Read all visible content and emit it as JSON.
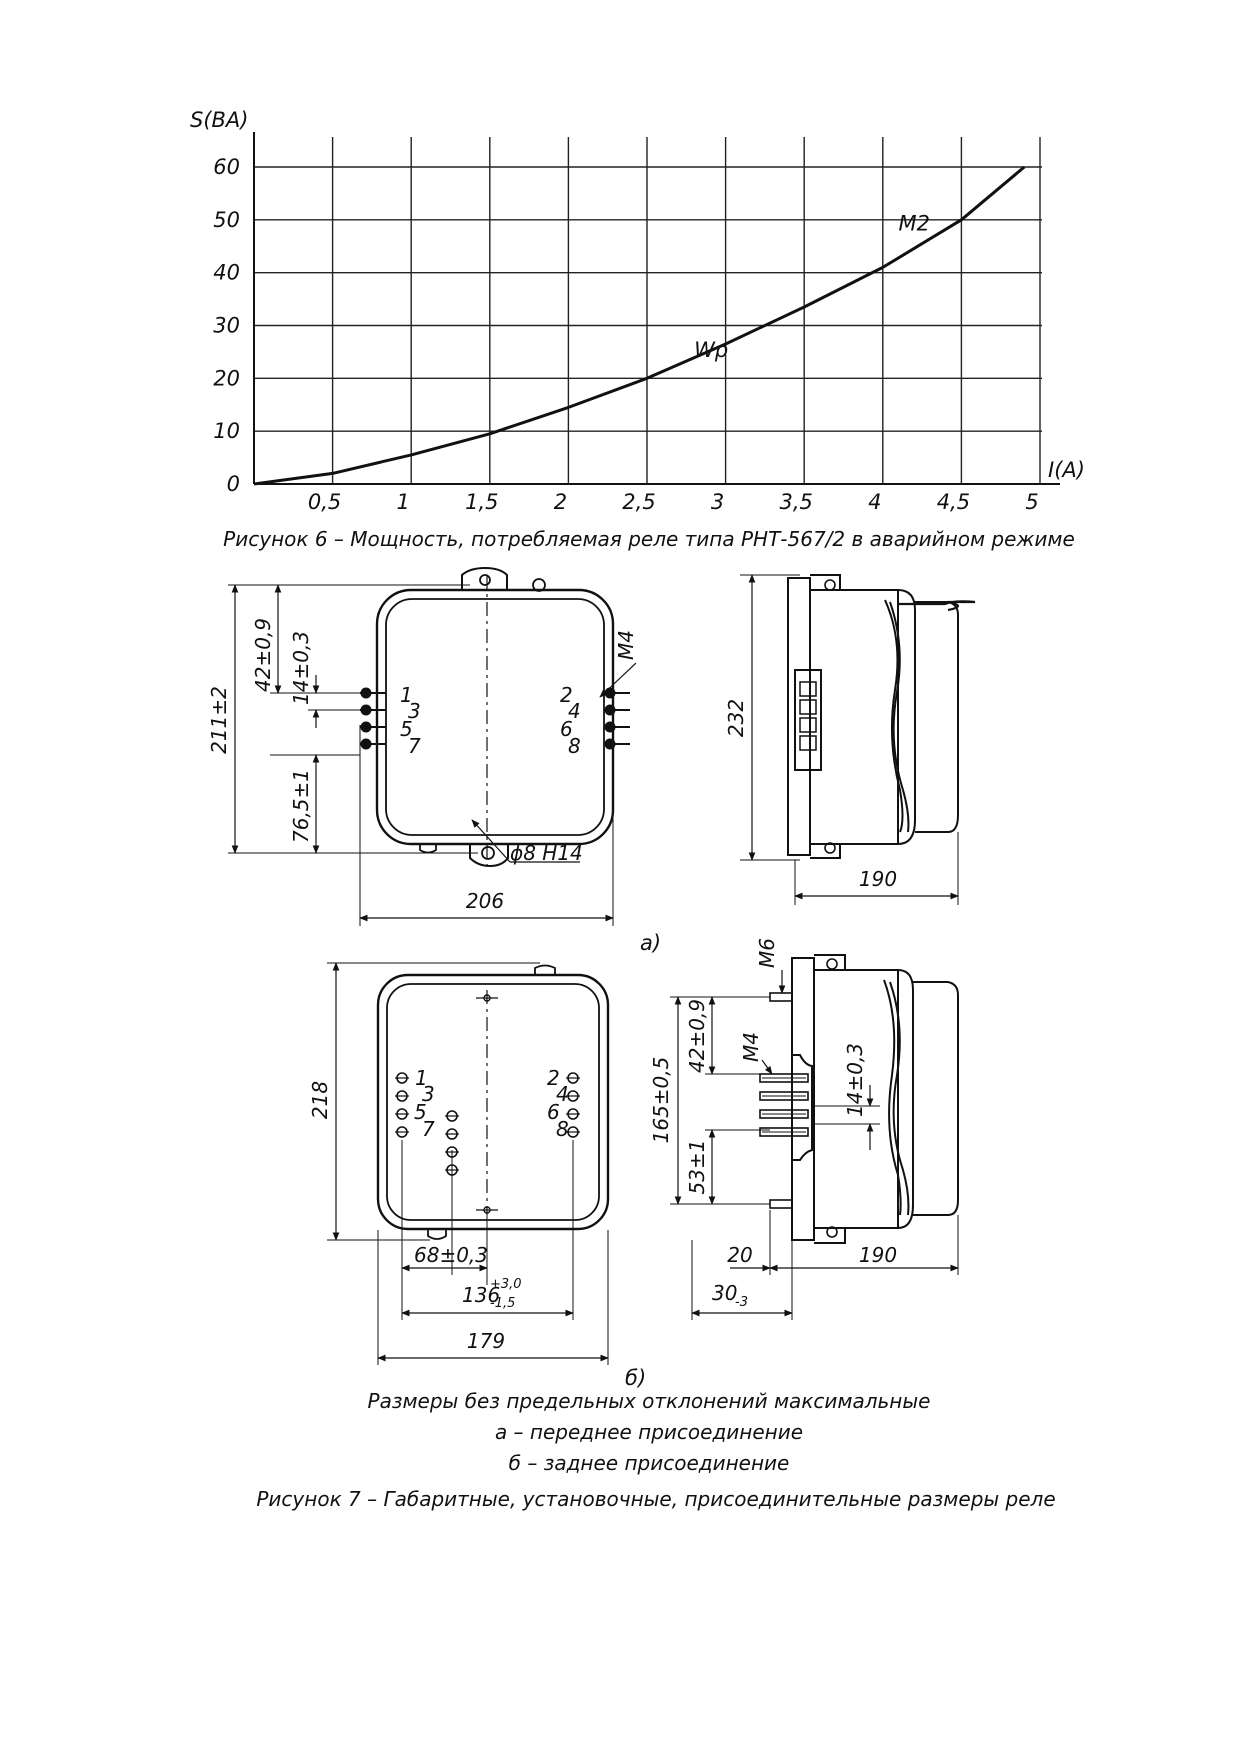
{
  "figure6": {
    "caption": "Рисунок 6 – Мощность, потребляемая реле типа РНТ-567/2 в аварийном режиме",
    "chart_data": {
      "type": "line",
      "ylabel": "S(ВА)",
      "xlabel": "I(А)",
      "xlim": [
        0,
        5
      ],
      "ylim": [
        0,
        60
      ],
      "grid": true,
      "x_ticks": [
        "0,5",
        "1",
        "1,5",
        "2",
        "2,5",
        "3",
        "3,5",
        "4",
        "4,5",
        "5"
      ],
      "y_ticks": [
        "0",
        "10",
        "20",
        "30",
        "40",
        "50",
        "60"
      ],
      "series": [
        {
          "x": [
            0,
            0.5,
            1,
            1.5,
            2,
            2.5,
            3,
            3.5,
            4,
            4.5,
            4.9
          ],
          "y": [
            0,
            2,
            5.5,
            9.5,
            14.5,
            20,
            26.5,
            33.5,
            41,
            50,
            60
          ]
        }
      ],
      "annotations": [
        {
          "text": "Wр",
          "x": 2.8,
          "y": 24
        },
        {
          "text": "М2",
          "x": 4.1,
          "y": 48
        }
      ]
    }
  },
  "figure7": {
    "view_a": {
      "dims": {
        "overall_height": "211±2",
        "top_offset": "42±0,9",
        "terminal_pitch": "14±0,3",
        "bottom_offset": "76,5±1",
        "width": "206",
        "thread": "М4",
        "hole": "ϕ8 Н14",
        "side_height": "232",
        "depth": "190"
      },
      "terminals_left": [
        "1",
        "3",
        "5",
        "7"
      ],
      "terminals_right": [
        "2",
        "4",
        "6",
        "8"
      ],
      "label": "а)"
    },
    "view_b": {
      "dims": {
        "overall_height": "218",
        "spacing": "68±0,3",
        "mount_width": "136",
        "mount_width_tol_upper": "+3,0",
        "mount_width_tol_lower": "-1,5",
        "width": "179",
        "thread_m6": "М6",
        "thread_m4": "М4",
        "side_height": "165±0,5",
        "side_top": "42±0,9",
        "side_pitch": "14±0,3",
        "side_bottom": "53±1",
        "stud": "20",
        "depth": "190",
        "panel": "30",
        "panel_tol": "-3"
      },
      "terminals_left": [
        "1",
        "3",
        "5",
        "7"
      ],
      "terminals_right": [
        "2",
        "4",
        "6",
        "8"
      ],
      "label": "б)"
    },
    "notes": [
      "Размеры без предельных отклонений максимальные",
      "а – переднее присоединение",
      "б – заднее присоединение"
    ],
    "caption": "Рисунок 7 – Габаритные, установочные, присоединительные размеры реле"
  }
}
